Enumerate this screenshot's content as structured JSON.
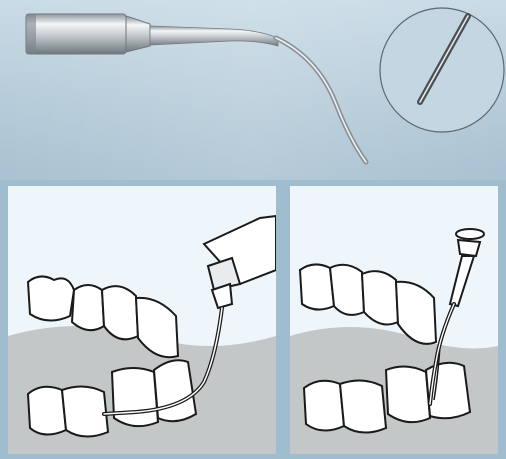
{
  "image": {
    "top": {
      "subject": "ultrasonic-scaler-tip-photo",
      "inset": "magnified-tip-circle"
    },
    "bottom_left": {
      "subject": "scaler-tip-on-lower-incisors-illustration"
    },
    "bottom_right": {
      "subject": "scaler-tip-in-periodontal-pocket-illustration"
    }
  },
  "colors": {
    "background": "#b9cfdd",
    "panel": "#eef6fb",
    "gum": "#c4c7c8",
    "metal": "#b8bcc0",
    "line": "#1a1a1a"
  }
}
